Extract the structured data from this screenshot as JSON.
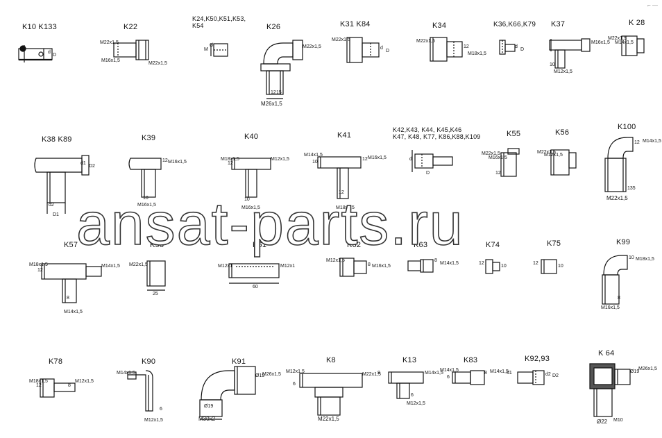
{
  "watermark": "ansat-parts.ru",
  "corner_mark": "⌐ —",
  "fittings": [
    {
      "id": "k10",
      "label": "K10  K133",
      "dims": [
        "d",
        "D"
      ]
    },
    {
      "id": "k22",
      "label": "K22",
      "dims": [
        "M22x1,5",
        "M16x1,5",
        "M22x1,5"
      ]
    },
    {
      "id": "k24",
      "label": "K24,K50,K51,K53,\nK54",
      "dims": [
        "M",
        "Ø"
      ]
    },
    {
      "id": "k26",
      "label": "K26",
      "dims": [
        "M22x1,5",
        "12",
        "15",
        "M26x1,5"
      ]
    },
    {
      "id": "k31",
      "label": "K31 K84",
      "dims": [
        "M22x1,5",
        "d",
        "D"
      ]
    },
    {
      "id": "k34",
      "label": "K34",
      "dims": [
        "M22x1,5",
        "12",
        "M18x1,5"
      ]
    },
    {
      "id": "k36",
      "label": "K36,K66,K79",
      "dims": [
        "d",
        "D"
      ]
    },
    {
      "id": "k37",
      "label": "K37",
      "dims": [
        "M16x1,5",
        "M12x1,5",
        "10"
      ]
    },
    {
      "id": "k28",
      "label": "K 28",
      "dims": [
        "M22x1,5",
        "M14x1,5"
      ]
    },
    {
      "id": "k38",
      "label": "K38 K89",
      "dims": [
        "d1",
        "D2",
        "d2",
        "D1"
      ]
    },
    {
      "id": "k39",
      "label": "K39",
      "dims": [
        "12",
        "M16x1,5",
        "10",
        "M16x1,5"
      ]
    },
    {
      "id": "k40",
      "label": "K40",
      "dims": [
        "M18x1,5",
        "12",
        "M12x1,5",
        "10",
        "M16x1,5"
      ]
    },
    {
      "id": "k41",
      "label": "K41",
      "dims": [
        "M14x1,5",
        "10",
        "12",
        "M16x1,5",
        "12",
        "M18x1,5"
      ]
    },
    {
      "id": "k42",
      "label": "K42,K43, K44, K45,K46\nK47, K48, K77, K86,K88,K109",
      "dims": [
        "d",
        "D"
      ]
    },
    {
      "id": "k55",
      "label": "K55",
      "dims": [
        "M22x1,5",
        "M16x1,5",
        "12"
      ]
    },
    {
      "id": "k56",
      "label": "K56",
      "dims": [
        "M22x1,5",
        "M12x1,5"
      ]
    },
    {
      "id": "k100",
      "label": "K100",
      "dims": [
        "12",
        "M14x1,5",
        "135",
        "M22x1,5"
      ]
    },
    {
      "id": "k57",
      "label": "K57",
      "dims": [
        "M18x1,5",
        "12",
        "M14x1,5",
        "8",
        "M14x1,5"
      ]
    },
    {
      "id": "k58",
      "label": "K58",
      "dims": [
        "M22x1,5",
        "25"
      ]
    },
    {
      "id": "k61",
      "label": "K61",
      "dims": [
        "M12x1",
        "M12x1",
        "60"
      ]
    },
    {
      "id": "k62",
      "label": "K62",
      "dims": [
        "M12x1,5",
        "8",
        "M16x1,5"
      ]
    },
    {
      "id": "k63",
      "label": "K63",
      "dims": [
        "8",
        "M14x1,5"
      ]
    },
    {
      "id": "k74",
      "label": "K74",
      "dims": [
        "12",
        "10"
      ]
    },
    {
      "id": "k75",
      "label": "K75",
      "dims": [
        "12",
        "10"
      ]
    },
    {
      "id": "k99",
      "label": "K99",
      "dims": [
        "10",
        "M18x1,5",
        "8",
        "M16x1,5"
      ]
    },
    {
      "id": "k78",
      "label": "K78",
      "dims": [
        "M18x1,5",
        "12",
        "8",
        "M12x1,5"
      ]
    },
    {
      "id": "k90",
      "label": "K90",
      "dims": [
        "M14x1,5",
        "6",
        "M12x1,5"
      ]
    },
    {
      "id": "k91",
      "label": "K91",
      "dims": [
        "Ø19",
        "M26x1,5",
        "Ø19",
        "M30x2"
      ]
    },
    {
      "id": "k8",
      "label": "K8",
      "dims": [
        "M12x1,5",
        "6",
        "M22x1,5",
        "M22x1,5"
      ]
    },
    {
      "id": "k13",
      "label": "K13",
      "dims": [
        "8",
        "M14x1,5",
        "6",
        "M12x1,5"
      ]
    },
    {
      "id": "k83",
      "label": "K83",
      "dims": [
        "M14x1,5",
        "6",
        "8",
        "M14x1,5"
      ]
    },
    {
      "id": "k92",
      "label": "K92,93",
      "dims": [
        "d1",
        "d2",
        "D2"
      ]
    },
    {
      "id": "k64",
      "label": "K 64",
      "dims": [
        "Ø19",
        "M26x1,5",
        "Ø22",
        "M10"
      ]
    }
  ]
}
